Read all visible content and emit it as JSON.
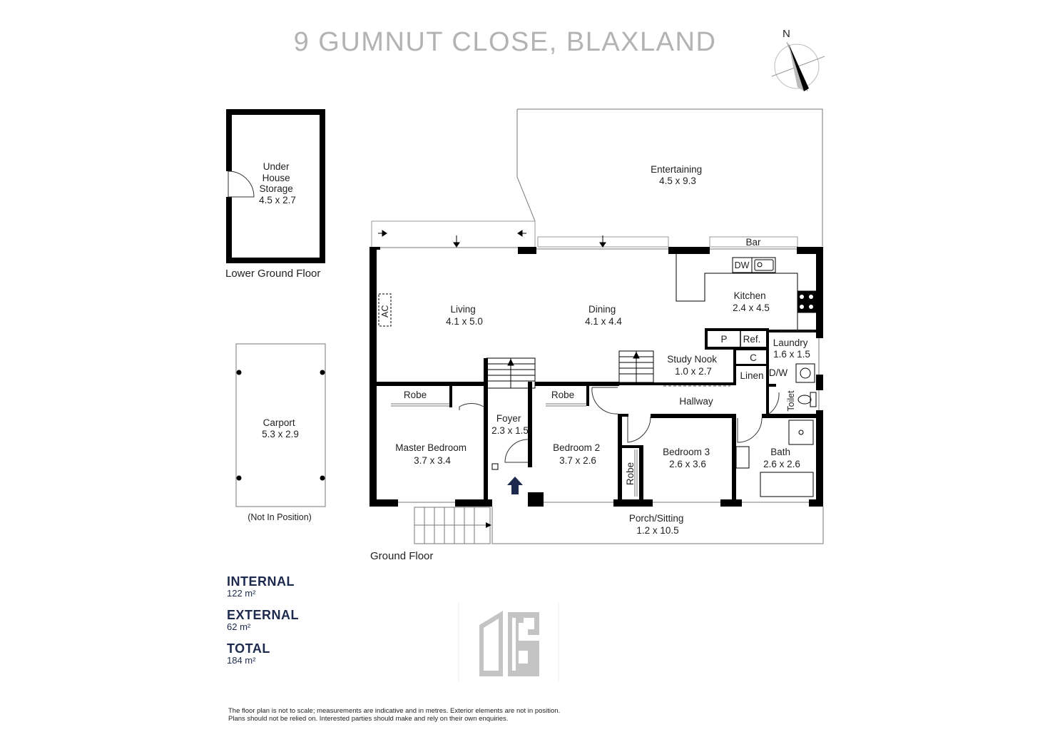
{
  "title": "9 GUMNUT CLOSE, BLAXLAND",
  "compass": "N",
  "floors": {
    "lower": "Lower Ground Floor",
    "ground": "Ground Floor"
  },
  "rooms": {
    "storage": [
      "Under",
      "House",
      "Storage",
      "4.5 x 2.7"
    ],
    "carport": [
      "Carport",
      "5.3 x 2.9"
    ],
    "carport_note": "(Not In Position)",
    "entertaining": [
      "Entertaining",
      "4.5 x 9.3"
    ],
    "bar": "Bar",
    "dw": "DW",
    "living": [
      "Living",
      "4.1 x 5.0"
    ],
    "ac": "AC",
    "dining": [
      "Dining",
      "4.1 x 4.4"
    ],
    "kitchen": [
      "Kitchen",
      "2.4 x 4.5"
    ],
    "pantry": "P",
    "ref": "Ref.",
    "laundry": [
      "Laundry",
      "1.6 x 1.5"
    ],
    "study": [
      "Study Nook",
      "1.0 x 2.7"
    ],
    "cupboard": "C",
    "linen": "Linen",
    "dw2": "D/W",
    "toilet": "Toilet",
    "hallway": "Hallway",
    "robe1": "Robe",
    "robe2": "Robe",
    "robe3": "Robe",
    "foyer": [
      "Foyer",
      "2.3 x 1.5"
    ],
    "master": [
      "Master Bedroom",
      "3.7 x 3.4"
    ],
    "bed2": [
      "Bedroom 2",
      "3.7 x 2.6"
    ],
    "bed3": [
      "Bedroom 3",
      "2.6 x 3.6"
    ],
    "bath": [
      "Bath",
      "2.6 x 2.6"
    ],
    "porch": [
      "Porch/Sitting",
      "1.2 x 10.5"
    ]
  },
  "areas": [
    {
      "label": "INTERNAL",
      "value": "122 m²"
    },
    {
      "label": "EXTERNAL",
      "value": "62 m²"
    },
    {
      "label": "TOTAL",
      "value": "184 m²"
    }
  ],
  "disclaimer": [
    "The floor plan is not to scale; measurements are indicative and in metres. Exterior elements are not in position.",
    "Plans should not be relied on. Interested parties should make and rely on their own enquiries."
  ],
  "colors": {
    "wall": "#000000",
    "title": "#b3b3b3",
    "area_text": "#1d2a4d",
    "arrow": "#1d2a4d",
    "logo": "#c4c4c4"
  }
}
